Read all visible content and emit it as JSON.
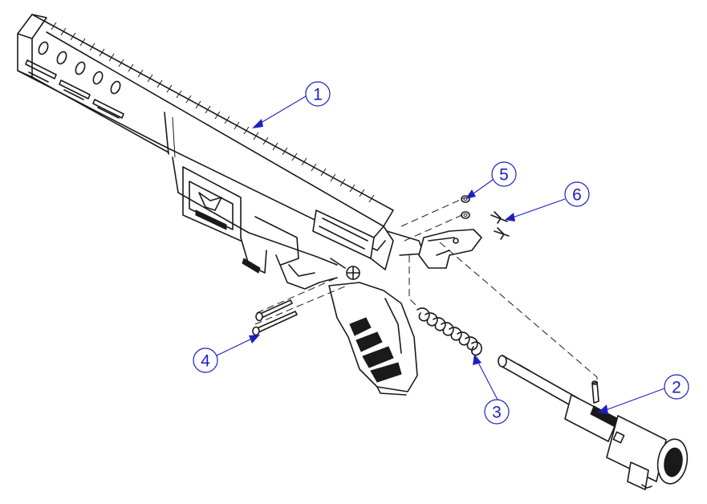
{
  "colors": {
    "line": "#1a1a1a",
    "callout": "#1f1fbf",
    "background": "#ffffff"
  },
  "callouts": [
    {
      "number": "1",
      "part": "handguard-upper-receiver"
    },
    {
      "number": "2",
      "part": "barrel-assembly"
    },
    {
      "number": "3",
      "part": "recoil-spring"
    },
    {
      "number": "4",
      "part": "receiver-pins"
    },
    {
      "number": "5",
      "part": "washers"
    },
    {
      "number": "6",
      "part": "clips"
    }
  ]
}
